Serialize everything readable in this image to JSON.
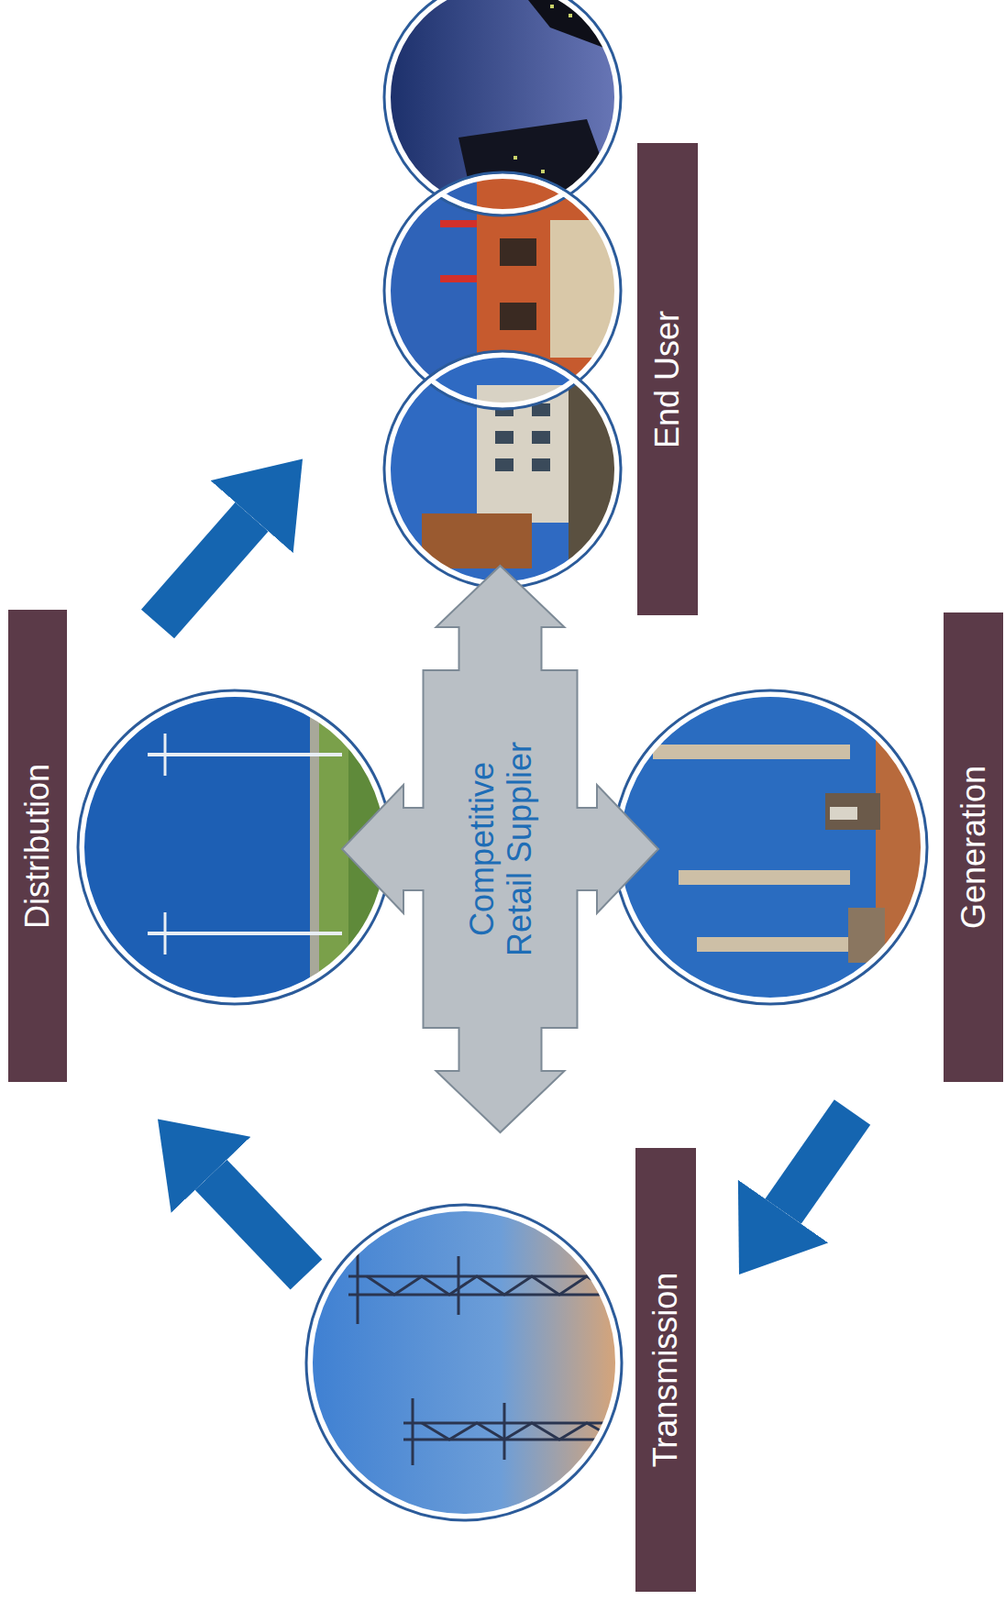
{
  "diagram": {
    "nodes": [
      {
        "text": [
          "Distribution"
        ]
      },
      {
        "text": [
          "End User"
        ]
      },
      {
        "text": [
          "Competitive Retail Supplier"
        ]
      },
      {
        "text": [
          "Generation"
        ]
      },
      {
        "text": [
          "Transmission"
        ]
      }
    ],
    "edges": [
      {
        "from": 3,
        "to": 4,
        "arrow": "to"
      },
      {
        "from": 4,
        "to": 0,
        "arrow": "to"
      },
      {
        "from": 0,
        "to": 1,
        "arrow": "to"
      }
    ]
  }
}
